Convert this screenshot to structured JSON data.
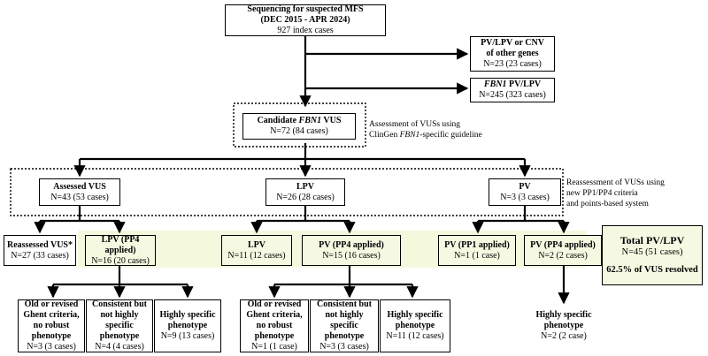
{
  "start": {
    "line1": "Sequencing for suspected MFS",
    "line2": "(DEC 2015 - APR 2024)",
    "line3": "927 index cases"
  },
  "other_genes": {
    "line1": "PV/LPV or CNV",
    "line2": "of other genes",
    "line3": "N=23 (23 cases)"
  },
  "fbn1_pv": {
    "italic": "FBN1",
    "rest": " PV/LPV",
    "line2": "N=245 (323 cases)"
  },
  "candidate": {
    "pre": "Candidate ",
    "italic": "FBN1",
    "post": " VUS",
    "line2": "N=72 (84 cases)"
  },
  "note1": {
    "line1": "Assessment of VUSs using",
    "line2_pre": "ClinGen ",
    "line2_italic": "FBN1",
    "line2_post": "-specific guideline"
  },
  "note2": {
    "line1": "Reassessment of VUSs using",
    "line2": "new PP1/PP4 criteria",
    "line3": "and points-based system"
  },
  "tier2": [
    {
      "title": "Assessed VUS",
      "count": "N=43 (53 cases)"
    },
    {
      "title": "LPV",
      "count": "N=26 (28 cases)"
    },
    {
      "title": "PV",
      "count": "N=3 (3 cases)"
    }
  ],
  "tier3": [
    {
      "title": "Reassessed VUS*",
      "count": "N=27 (33 cases)"
    },
    {
      "title": "LPV (PP4 applied)",
      "count": "N=16 (20 cases)"
    },
    {
      "title": "LPV",
      "count": "N=11 (12 cases)"
    },
    {
      "title": "PV (PP4 applied)",
      "count": "N=15 (16 cases)"
    },
    {
      "title": "PV (PP1 applied)",
      "count": "N=1 (1 case)"
    },
    {
      "title": "PV (PP4 applied)",
      "count": "N=2 (2 cases)"
    }
  ],
  "total": {
    "title": "Total PV/LPV",
    "count": "N=45 (51 cases)",
    "resolved": "62.5% of VUS resolved"
  },
  "tier4": [
    {
      "lines": [
        "Old or revised",
        "Ghent criteria,",
        "no robust",
        "phenotype"
      ],
      "count": "N=3 (3 cases)"
    },
    {
      "lines": [
        "Consistent but",
        "not highly",
        "specific",
        "phenotype"
      ],
      "count": "N=4 (4 cases)"
    },
    {
      "lines": [
        "Highly specific",
        "phenotype"
      ],
      "count": "N=9 (13 cases)"
    },
    {
      "lines": [
        "Old or revised",
        "Ghent criteria,",
        "no robust",
        "phenotype"
      ],
      "count": "N=1 (1 case)"
    },
    {
      "lines": [
        "Consistent but",
        "not highly",
        "specific",
        "phenotype"
      ],
      "count": "N=3 (3 cases)"
    },
    {
      "lines": [
        "Highly specific",
        "phenotype"
      ],
      "count": "N=11 (12 cases)"
    },
    {
      "lines": [
        "Highly specific",
        "phenotype"
      ],
      "count": "N=2 (2 case)"
    }
  ]
}
